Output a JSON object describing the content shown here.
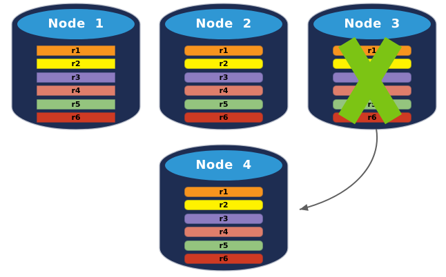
{
  "diagram": {
    "description": "Four database node cylinders each holding replicated rows r1-r6; Node 3 is crossed out as failed and an arrow points from Node 3 to Node 4",
    "colors": {
      "background": "#ffffff",
      "cylinder_body": "#1e2d52",
      "cylinder_top": "#2f97d4",
      "cylinder_outline": "#b8bdc9",
      "node_title_text": "#ffffff",
      "row_label_text": "#000000",
      "x_mark": "#7cc414",
      "arrow": "#5f5f5f"
    },
    "nodes": [
      {
        "title": "Node 1",
        "failed": false,
        "rows": [
          {
            "label": "r1",
            "color": "#f7941e"
          },
          {
            "label": "r2",
            "color": "#fff200"
          },
          {
            "label": "r3",
            "color": "#8d7cc1"
          },
          {
            "label": "r4",
            "color": "#df7e6b"
          },
          {
            "label": "r5",
            "color": "#94c47e"
          },
          {
            "label": "r6",
            "color": "#ce3a23"
          }
        ]
      },
      {
        "title": "Node 2",
        "failed": false,
        "rows": [
          {
            "label": "r1",
            "color": "#f7941e"
          },
          {
            "label": "r2",
            "color": "#fff200"
          },
          {
            "label": "r3",
            "color": "#8d7cc1"
          },
          {
            "label": "r4",
            "color": "#df7e6b"
          },
          {
            "label": "r5",
            "color": "#94c47e"
          },
          {
            "label": "r6",
            "color": "#ce3a23"
          }
        ]
      },
      {
        "title": "Node 3",
        "failed": true,
        "rows": [
          {
            "label": "r1",
            "color": "#f7941e"
          },
          {
            "label": "r2",
            "color": "#fff200"
          },
          {
            "label": "r3",
            "color": "#8d7cc1"
          },
          {
            "label": "r4",
            "color": "#df7e6b"
          },
          {
            "label": "r5",
            "color": "#94c47e"
          },
          {
            "label": "r6",
            "color": "#ce3a23"
          }
        ]
      },
      {
        "title": "Node 4",
        "failed": false,
        "rows": [
          {
            "label": "r1",
            "color": "#f7941e"
          },
          {
            "label": "r2",
            "color": "#fff200"
          },
          {
            "label": "r3",
            "color": "#8d7cc1"
          },
          {
            "label": "r4",
            "color": "#df7e6b"
          },
          {
            "label": "r5",
            "color": "#94c47e"
          },
          {
            "label": "r6",
            "color": "#ce3a23"
          }
        ]
      }
    ],
    "arrow": {
      "from": "Node 3",
      "to": "Node 4"
    }
  }
}
